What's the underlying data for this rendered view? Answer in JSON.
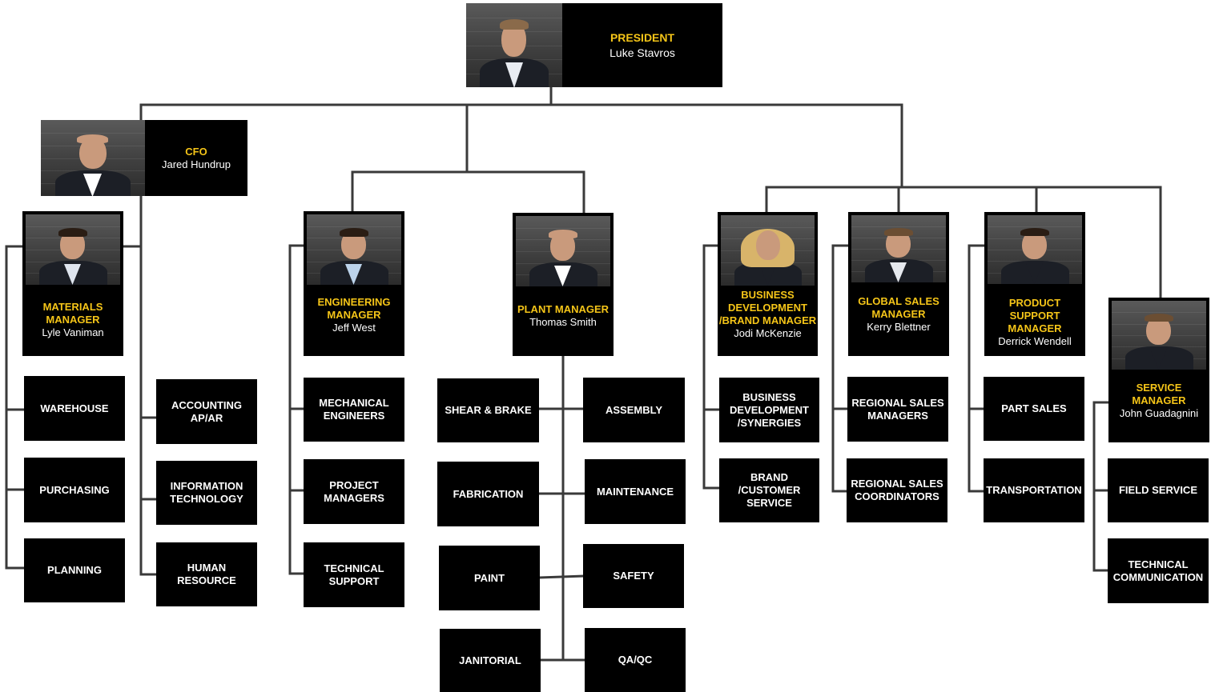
{
  "colors": {
    "box": "#000000",
    "title": "#f5c518",
    "name": "#ffffff",
    "connector": "#3a3a3a",
    "background": "#ffffff"
  },
  "president": {
    "title": "PRESIDENT",
    "name": "Luke Stavros"
  },
  "cfo": {
    "title": "CFO",
    "name": "Jared Hundrup"
  },
  "materials": {
    "title": "MATERIALS MANAGER",
    "name": "Lyle Vaniman",
    "depts": [
      "WAREHOUSE",
      "PURCHASING",
      "PLANNING"
    ]
  },
  "cfo_depts": [
    "ACCOUNTING AP/AR",
    "INFORMATION TECHNOLOGY",
    "HUMAN RESOURCE"
  ],
  "engineering": {
    "title": "ENGINEERING MANAGER",
    "name": "Jeff West",
    "depts": [
      "MECHANICAL ENGINEERS",
      "PROJECT MANAGERS",
      "TECHNICAL SUPPORT"
    ]
  },
  "plant": {
    "title": "PLANT MANAGER",
    "name": "Thomas Smith",
    "left_depts": [
      "SHEAR & BRAKE",
      "FABRICATION",
      "PAINT",
      "JANITORIAL"
    ],
    "right_depts": [
      "ASSEMBLY",
      "MAINTENANCE",
      "SAFETY",
      "QA/QC"
    ]
  },
  "business": {
    "title": "BUSINESS DEVELOPMENT /BRAND MANAGER",
    "name": "Jodi McKenzie",
    "depts": [
      "BUSINESS DEVELOPMENT /SYNERGIES",
      "BRAND /CUSTOMER SERVICE"
    ]
  },
  "global": {
    "title": "GLOBAL SALES MANAGER",
    "name": "Kerry Blettner",
    "depts": [
      "REGIONAL SALES MANAGERS",
      "REGIONAL SALES COORDINATORS"
    ]
  },
  "product": {
    "title": "PRODUCT SUPPORT MANAGER",
    "name": "Derrick Wendell",
    "depts": [
      "PART SALES",
      "TRANSPORTATION"
    ]
  },
  "service": {
    "title": "SERVICE MANAGER",
    "name": "John Guadagnini",
    "depts": [
      "FIELD SERVICE",
      "TECHNICAL COMMUNICATION"
    ]
  }
}
